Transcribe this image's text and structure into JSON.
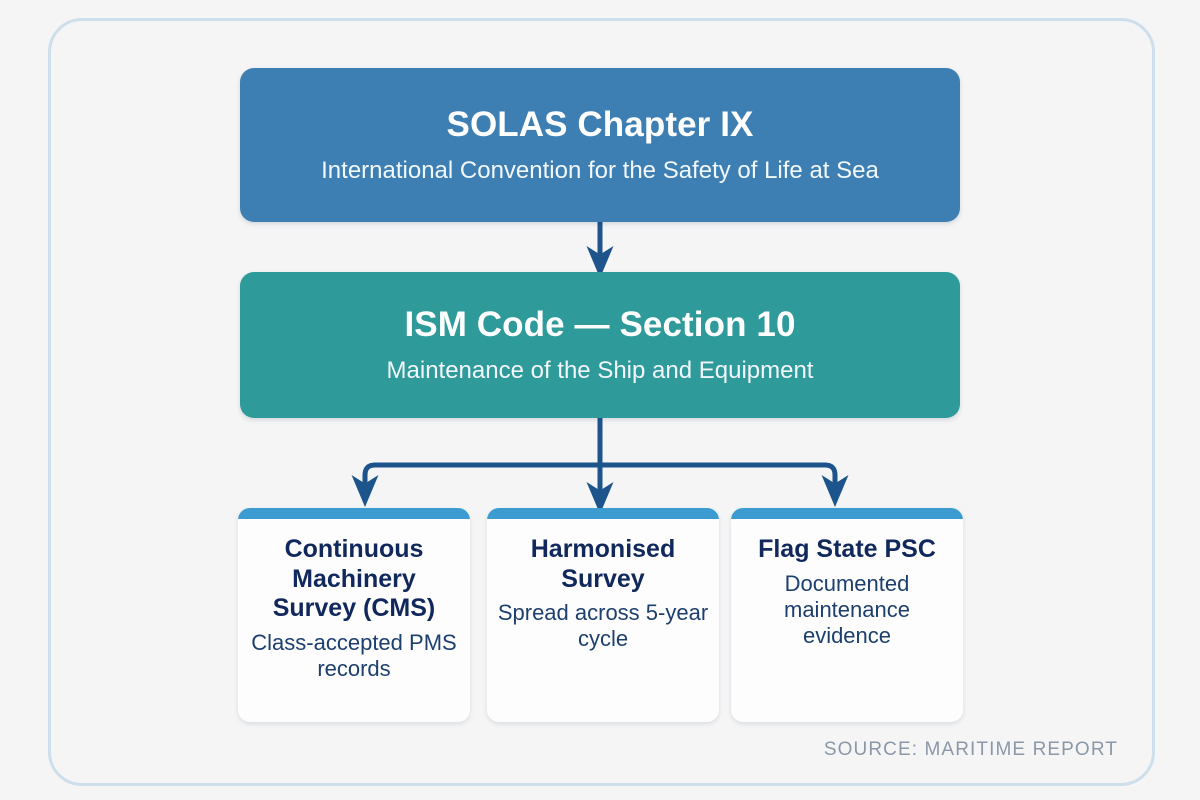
{
  "figure": {
    "background_color": "#f5f5f6",
    "frame_border_color": "#cddfeb",
    "connector_color": "#1d5municipal"
  },
  "nodes": {
    "solas": {
      "title": "SOLAS Chapter IX",
      "subtitle": "International Convention for the Safety of Life at Sea",
      "color": "#3d7fb3"
    },
    "ism": {
      "title": "ISM Code — Section 10",
      "subtitle": "Maintenance of the Ship and Equipment",
      "color": "#2e9a9a"
    }
  },
  "cards": [
    {
      "title": "Continuous Machinery Survey (CMS)",
      "description": "Class-accepted PMS records",
      "accent_color": "#3c9bd0"
    },
    {
      "title": "Harmonised Survey",
      "description": "Spread across 5-year cycle",
      "accent_color": "#3c9bd0"
    },
    {
      "title": "Flag State PSC",
      "description": "Documented maintenance evidence",
      "accent_color": "#3c9bd0"
    }
  ],
  "footer": {
    "source": "SOURCE: MARITIME REPORT",
    "color": "#8b98a8"
  }
}
